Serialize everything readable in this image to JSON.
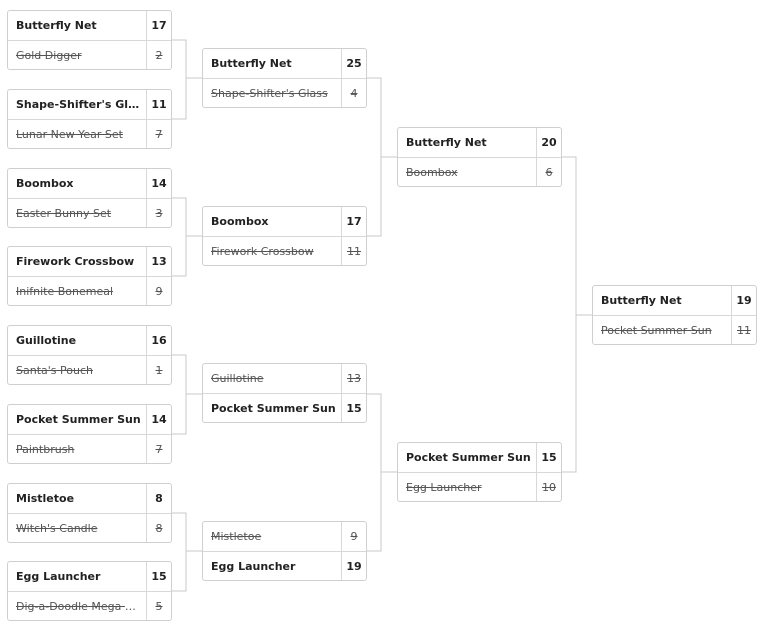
{
  "rounds": [
    {
      "matches": [
        {
          "t1": "Butterfly Net",
          "s1": "17",
          "t2": "Gold Digger",
          "s2": "2"
        },
        {
          "t1": "Shape-Shifter's Glass",
          "s1": "11",
          "t2": "Lunar New Year Set",
          "s2": "7"
        },
        {
          "t1": "Boombox",
          "s1": "14",
          "t2": "Easter Bunny Set",
          "s2": "3"
        },
        {
          "t1": "Firework Crossbow",
          "s1": "13",
          "t2": "Inifnite Bonemeal",
          "s2": "9"
        },
        {
          "t1": "Guillotine",
          "s1": "16",
          "t2": "Santa's Pouch",
          "s2": "1"
        },
        {
          "t1": "Pocket Summer Sun",
          "s1": "14",
          "t2": "Paintbrush",
          "s2": "7"
        },
        {
          "t1": "Mistletoe",
          "s1": "8",
          "t2": "Witch's Candle",
          "s2": "8"
        },
        {
          "t1": "Egg Launcher",
          "s1": "15",
          "t2": "Dig-a-Doodle Mega S...",
          "s2": "5"
        }
      ]
    },
    {
      "matches": [
        {
          "t1": "Butterfly Net",
          "s1": "25",
          "t2": "Shape-Shifter's Glass",
          "s2": "4"
        },
        {
          "t1": "Boombox",
          "s1": "17",
          "t2": "Firework Crossbow",
          "s2": "11"
        },
        {
          "t1": "Guillotine",
          "s1": "13",
          "t2": "Pocket Summer Sun",
          "s2": "15"
        },
        {
          "t1": "Mistletoe",
          "s1": "9",
          "t2": "Egg Launcher",
          "s2": "19"
        }
      ]
    },
    {
      "matches": [
        {
          "t1": "Butterfly Net",
          "s1": "20",
          "t2": "Boombox",
          "s2": "6"
        },
        {
          "t1": "Pocket Summer Sun",
          "s1": "15",
          "t2": "Egg Launcher",
          "s2": "10"
        }
      ]
    },
    {
      "matches": [
        {
          "t1": "Butterfly Net",
          "s1": "19",
          "t2": "Pocket Summer Sun",
          "s2": "11"
        }
      ]
    }
  ]
}
